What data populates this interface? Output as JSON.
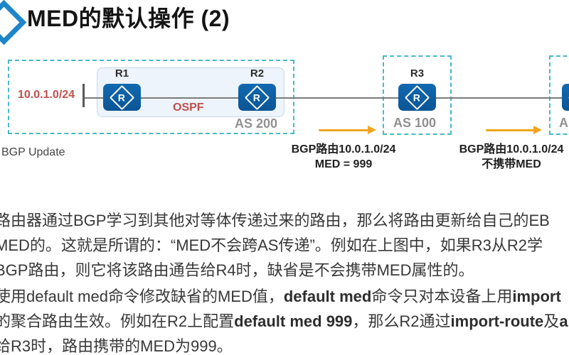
{
  "title": {
    "text": "MED的默认操作 (2)"
  },
  "diagram": {
    "network_label": "10.0.1.0/24",
    "ospf_label": "OSPF",
    "bgp_update_label": "BGP Update",
    "router_glyph": "R",
    "routers": [
      {
        "id": "R1"
      },
      {
        "id": "R2"
      },
      {
        "id": "R3"
      },
      {
        "id": ""
      }
    ],
    "as_labels": {
      "as200": "AS 200",
      "as100": "AS 100",
      "right_partial": "A"
    },
    "captions": [
      {
        "line1": "BGP路由10.0.1.0/24",
        "line2": "MED = 999"
      },
      {
        "line1": "BGP路由10.0.1.0/24",
        "line2": "不携带MED"
      }
    ],
    "colors": {
      "router_blue": "#0d63a8",
      "dashed_teal": "#46b9c9",
      "red_accent": "#c0504d",
      "arrow_yellow": "#f0a51e",
      "as_gray": "#909090",
      "line_gray": "#7a7a7a",
      "bullet_blue": "#1d86c8"
    }
  },
  "paragraphs": {
    "p1": {
      "l1": "路由器通过BGP学习到其他对等体传递过来的路由，那么将路由更新给自己的EB",
      "l2": "MED的。这就是所谓的：“MED不会跨AS传递”。例如在上图中，如果R3从R2学",
      "l3": "BGP路由，则它将该路由通告给R4时，缺省是不会携带MED属性的。"
    },
    "p2": {
      "l1s1": "使用default med命令修改缺省的MED值，",
      "l1s2": "default med",
      "l1s3": "命令只对本设备上用",
      "l1s4": "import",
      "l2s1": "的聚合路由生效。例如在R2上配置",
      "l2s2": "default med 999",
      "l2s3": "，那么R2通过",
      "l2s4": "import-route",
      "l2s5": "及",
      "l2s6": "a",
      "l3": "给R3时，路由携带的MED为999。"
    }
  }
}
